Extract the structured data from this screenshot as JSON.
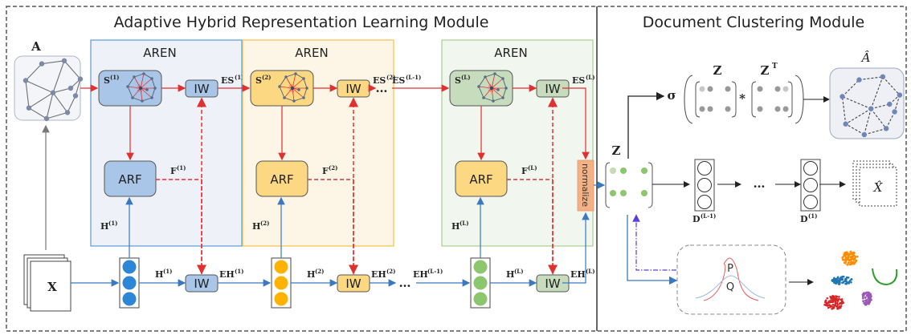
{
  "modules": {
    "left_title": "Adaptive Hybrid Representation Learning Module",
    "right_title": "Document Clustering Module"
  },
  "inputs": {
    "adjacency_label": "A",
    "features_label": "X"
  },
  "aren_blocks": [
    {
      "title": "AREN",
      "s_label": "S",
      "s_sup": "(1)",
      "iw_label": "IW",
      "arf_label": "ARF",
      "f_label": "F",
      "f_sup": "(1)",
      "h_up_label": "H",
      "h_up_sup": "(1)",
      "h_right_label": "H",
      "h_right_sup": "(1)",
      "iw2_label": "IW",
      "es_out": "ES",
      "es_out_sup": "(1)",
      "eh_out": "EH",
      "eh_out_sup": "(1)",
      "color_fill": "#a9c6e8",
      "color_bg": "#eef2f8",
      "color_border": "#5b9bd5",
      "neuron_color": "#2e86d6"
    },
    {
      "title": "AREN",
      "s_label": "S",
      "s_sup": "(2)",
      "iw_label": "IW",
      "arf_label": "ARF",
      "f_label": "F",
      "f_sup": "(2)",
      "h_up_label": "H",
      "h_up_sup": "(2)",
      "h_right_label": "H",
      "h_right_sup": "(2)",
      "iw2_label": "IW",
      "es_out": "ES",
      "es_out_sup": "(2)",
      "eh_out": "EH",
      "eh_out_sup": "(2)",
      "color_fill": "#fdd882",
      "color_bg": "#fdf6e7",
      "color_border": "#f5c242",
      "neuron_color": "#ffb300"
    },
    {
      "title": "AREN",
      "s_label": "S",
      "s_sup": "(L)",
      "iw_label": "IW",
      "arf_label": "ARF",
      "f_label": "F",
      "f_sup": "(L)",
      "h_up_label": "H",
      "h_up_sup": "(L)",
      "h_right_label": "H",
      "h_right_sup": "(L)",
      "iw2_label": "IW",
      "es_out": "ES",
      "es_out_sup": "(L)",
      "eh_out": "EH",
      "eh_out_sup": "(L)",
      "color_fill": "#c6dcbc",
      "color_bg": "#f1f6ee",
      "color_border": "#a8d08d",
      "neuron_color": "#8cc66d",
      "arf_fill": "#fdd882"
    }
  ],
  "between": {
    "es_prev": "ES",
    "es_prev_sup": "(L-1)",
    "eh_prev": "EH",
    "eh_prev_sup": "(L-1)",
    "ellipsis": "…"
  },
  "normalize_label": "normalize",
  "clustering": {
    "z_label": "Z",
    "zt_label": "Z",
    "zt_sup": "T",
    "sigma": "σ",
    "multiply": "*",
    "a_hat": "Â",
    "x_hat": "X̂",
    "decoder_first": "D",
    "decoder_first_sup": "(L-1)",
    "decoder_last": "D",
    "decoder_last_sup": "(1)",
    "ellipsis": "…",
    "p_label": "P",
    "q_label": "Q",
    "cluster_colors": [
      "#ff8c00",
      "#1f77b4",
      "#2ca02c",
      "#d62728",
      "#9b59b6"
    ]
  },
  "colors": {
    "red_arrow": "#e03030",
    "blue_arrow": "#3a78c2",
    "dashdot": "#5a3fd8",
    "normalize_fill": "#f4b183",
    "node": "#6f86a6"
  }
}
